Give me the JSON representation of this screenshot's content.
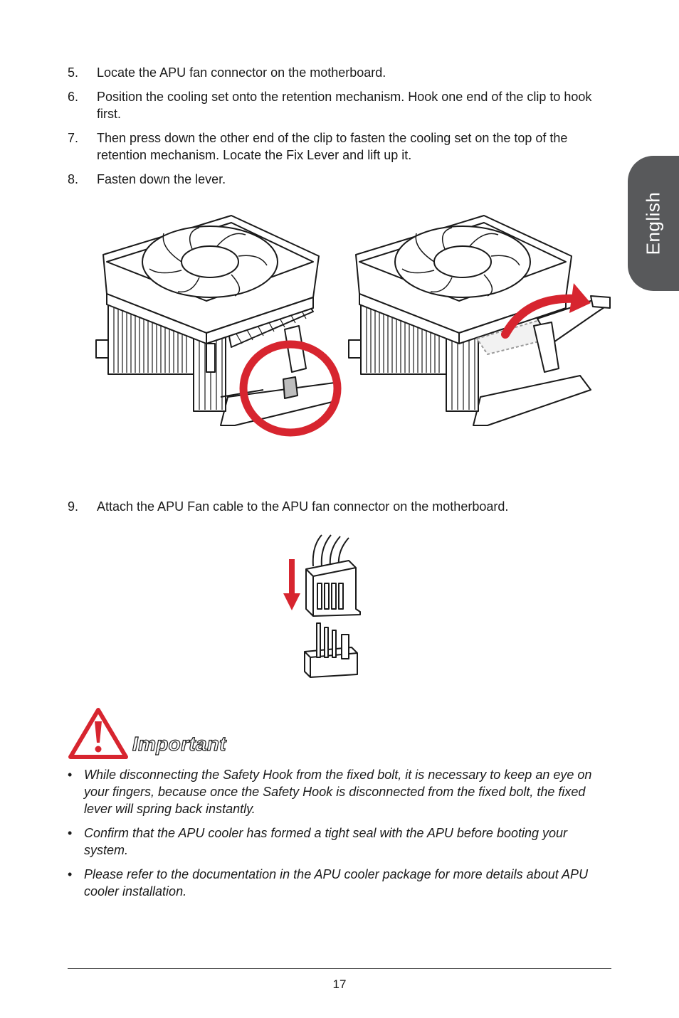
{
  "side_tab": {
    "label": "English"
  },
  "steps": [
    {
      "number": "5.",
      "text": "Locate the APU fan connector on the motherboard."
    },
    {
      "number": "6.",
      "text": "Position the cooling set onto the retention mechanism. Hook one end of the clip to hook first."
    },
    {
      "number": "7.",
      "text": "Then press down the other end of the clip to fasten the cooling set on the top of the retention mechanism. Locate the Fix Lever and lift up it."
    },
    {
      "number": "8.",
      "text": "Fasten down the lever."
    },
    {
      "number": "9.",
      "text": "Attach the APU Fan cable to the APU  fan connector on the motherboard."
    }
  ],
  "important": {
    "title": "Important",
    "bullets": [
      "While disconnecting the Safety Hook from the fixed bolt, it is necessary to keep an eye on your fingers, because once the Safety Hook is disconnected from the fixed bolt, the fixed lever will spring back instantly.",
      "Confirm that the APU cooler has formed a tight seal with the APU before booting your system.",
      "Please refer to the documentation in the APU cooler package for more details about APU cooler installation."
    ],
    "bullet_symbol": "•"
  },
  "footer": {
    "page_number": "17"
  },
  "colors": {
    "accent_red": "#d7252f",
    "tab_gray": "#58595b"
  },
  "icons": [
    "warning-triangle-icon",
    "fan-cooler-illustration",
    "fan-connector-illustration",
    "down-arrow-icon",
    "lift-arrow-icon"
  ]
}
